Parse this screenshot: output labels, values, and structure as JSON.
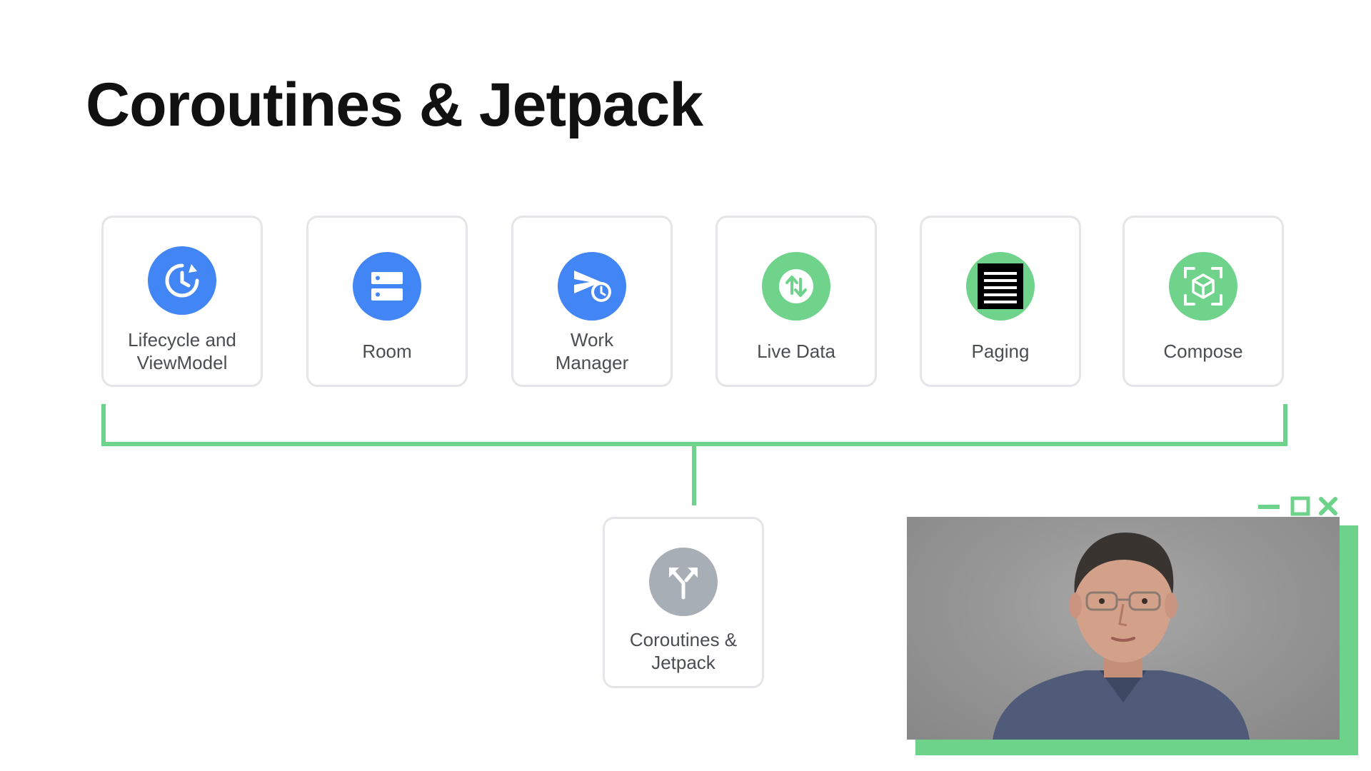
{
  "slide": {
    "title": "Coroutines & Jetpack"
  },
  "libraries": [
    {
      "label": "Lifecycle and\nViewModel",
      "icon": "lifecycle-icon",
      "color": "#4285f4"
    },
    {
      "label": "Room",
      "icon": "room-database-icon",
      "color": "#4285f4"
    },
    {
      "label": "Work\nManager",
      "icon": "work-manager-icon",
      "color": "#4285f4"
    },
    {
      "label": "Live Data",
      "icon": "live-data-icon",
      "color": "#6fd38c"
    },
    {
      "label": "Paging",
      "icon": "paging-icon",
      "color": "#6fd38c"
    },
    {
      "label": "Compose",
      "icon": "compose-icon",
      "color": "#6fd38c"
    }
  ],
  "hub": {
    "label": "Coroutines &\nJetpack",
    "icon": "merge-arrows-icon",
    "color": "#a8aeb5"
  },
  "video_window": {
    "controls": [
      "minimize-icon",
      "maximize-icon",
      "close-icon"
    ],
    "accent_color": "#6ed38a"
  },
  "colors": {
    "connector": "#6ed38a",
    "card_border": "#e3e5e8",
    "title": "#111111",
    "label": "#4a4d52"
  }
}
